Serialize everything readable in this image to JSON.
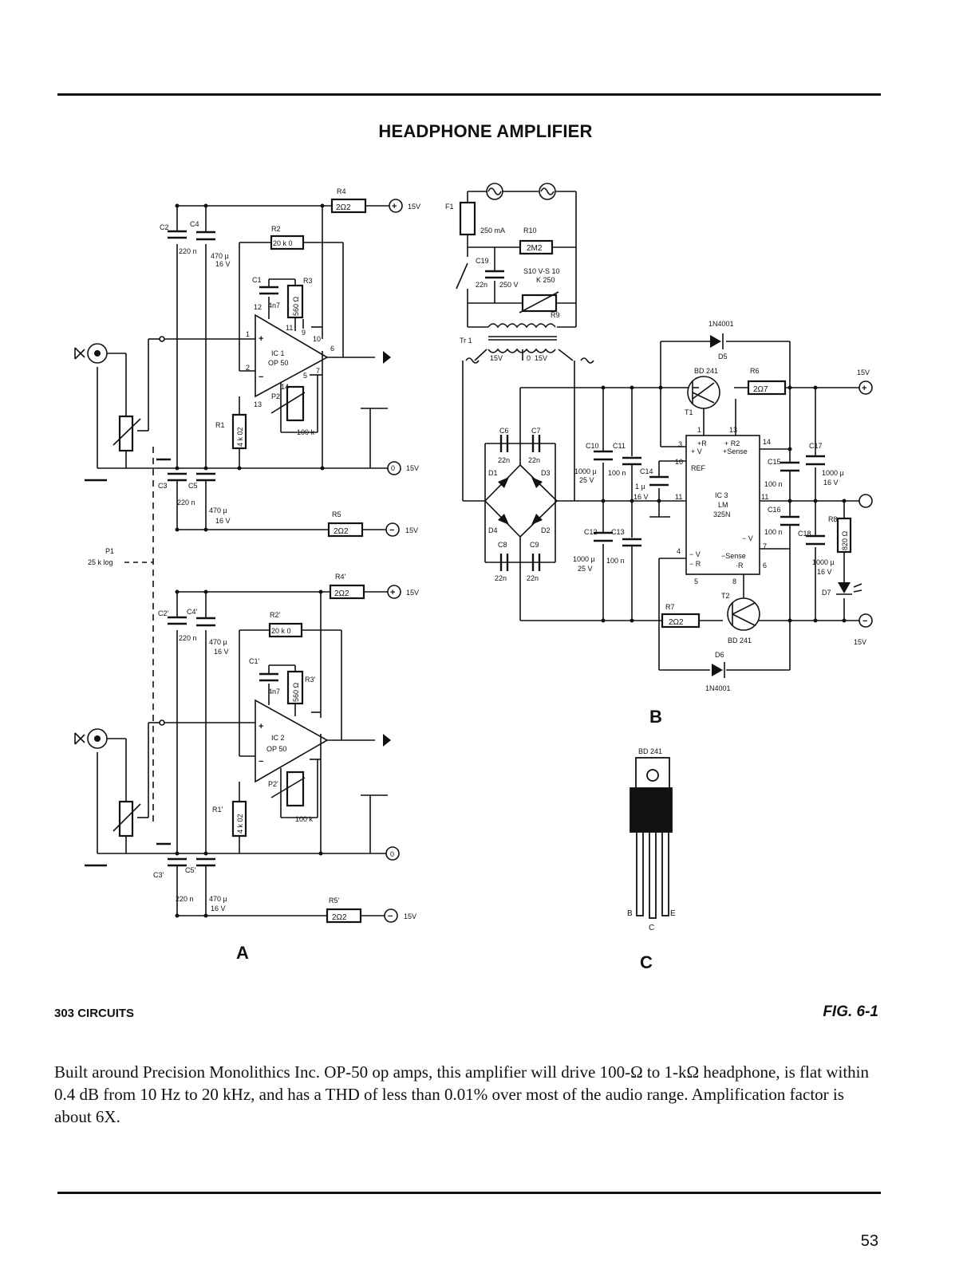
{
  "title": "HEADPHONE AMPLIFIER",
  "footer": {
    "source": "303 CIRCUITS",
    "figure": "FIG. 6-1"
  },
  "description": "Built around Precision Monolithics Inc. OP-50 op amps, this amplifier will drive 100-Ω to 1-kΩ headphone, is flat within 0.4 dB from 10 Hz to 20 kHz, and has a THD of less than 0.01% over most of the audio range. Amplification factor is about 6X.",
  "page_number": "53",
  "panels": {
    "a": "A",
    "b": "B",
    "c": "C"
  },
  "rails": {
    "plus": "15V",
    "zero": "0",
    "minus": "15V"
  },
  "channel1": {
    "r4": "R4",
    "r4_val": "2Ω2",
    "r2": "R2",
    "r2_val": "20 k 0",
    "c2": "C2",
    "c2_val": "220 n",
    "c4": "C4",
    "c4_val": "470 µ",
    "c4_v": "16 V",
    "c1": "C1",
    "c1_val": "4n7",
    "r3": "R3",
    "r3_val": "560 Ω",
    "ic": "IC 1",
    "ic_type": "OP 50",
    "p2": "P2",
    "p2_val": "100 k",
    "r1": "R1",
    "r1_val": "4 k 02",
    "c3": "C3",
    "c3_val": "220 n",
    "c5": "C5",
    "c5_val": "470 µ",
    "c5_v": "16 V",
    "r5": "R5",
    "r5_val": "2Ω2",
    "pins": [
      "1",
      "2",
      "6",
      "9",
      "10",
      "11",
      "12",
      "13",
      "14",
      "5",
      "7"
    ]
  },
  "channel2": {
    "r4": "R4'",
    "r4_val": "2Ω2",
    "r2": "R2'",
    "r2_val": "20 k 0",
    "c2": "C2'",
    "c2_val": "220 n",
    "c4": "C4'",
    "c4_val": "470 µ",
    "c4_v": "16 V",
    "c1": "C1'",
    "c1_val": "4n7",
    "r3": "R3'",
    "r3_val": "560 Ω",
    "ic": "IC 2",
    "ic_type": "OP 50",
    "p2": "P2'",
    "p2_val": "100 k",
    "r1": "R1'",
    "r1_val": "4 k 02",
    "c3": "C3'",
    "c3_val": "220 n",
    "c5": "C5'",
    "c5_val": "470 µ",
    "c5_v": "16 V",
    "r5": "R5'",
    "r5_val": "2Ω2"
  },
  "p1": {
    "name": "P1",
    "val": "25 k log"
  },
  "supply": {
    "f1": "F1",
    "f1_val": "250 mA",
    "r10": "R10",
    "r10_val": "2M2",
    "c19": "C19",
    "c19_val": "22n",
    "c19_v": "250 V",
    "r9_type": "S10 V-S 10",
    "r9_code": "K 250",
    "r9": "R9",
    "tr1": "Tr 1",
    "tr_left": "15V",
    "tr_mid": "0",
    "tr_right": "15V",
    "c6": "C6",
    "c7": "C7",
    "c8": "C8",
    "c9": "C9",
    "bridge_cap": "22n",
    "d1": "D1",
    "d2": "D2",
    "d3": "D3",
    "d4": "D4",
    "c10": "C10",
    "c10_val": "1000 µ",
    "c10_v": "25 V",
    "c11": "C11",
    "c11_val": "100 n",
    "c12": "C12",
    "c12_val": "1000 µ",
    "c12_v": "25 V",
    "c13": "C13",
    "c13_val": "100 n",
    "c14": "C14",
    "c14_val": "1 µ",
    "c14_v": "16 V",
    "c15": "C15",
    "c15_val": "100 n",
    "c16": "C16",
    "c16_val": "100 n",
    "c17": "C17",
    "c17_val": "1000 µ",
    "c17_v": "16 V",
    "c18": "C18",
    "c18_val": "1000 µ",
    "c18_v": "16 V",
    "d5": "D5",
    "d5_type": "1N4001",
    "d6": "D6",
    "d6_type": "1N4001",
    "d7": "D7",
    "t1": "T1",
    "t1_type": "BD 241",
    "t2": "T2",
    "t2_type": "BD 241",
    "r6": "R6",
    "r6_val": "2Ω7",
    "r7": "R7",
    "r7_val": "2Ω2",
    "r8": "R8",
    "r8_val": "820 Ω",
    "ic3": "IC 3",
    "ic3_type": "LM",
    "ic3_num": "325N",
    "ic3_pins": {
      "p3": "+R",
      "p3b": "+ V",
      "p13": "+ R2",
      "p13b": "+Sense",
      "p10": "REF",
      "p4": "− V",
      "p4b": "− R",
      "p6": "−Sense",
      "p6b": "·R",
      "pv": "− V"
    },
    "ic3_nums": [
      "1",
      "13",
      "3",
      "14",
      "10",
      "11",
      "11",
      "7",
      "4",
      "6",
      "5",
      "8"
    ],
    "plus": "15V",
    "minus": "15V"
  },
  "package": {
    "type": "BD 241",
    "b": "B",
    "c": "C",
    "e": "E"
  }
}
